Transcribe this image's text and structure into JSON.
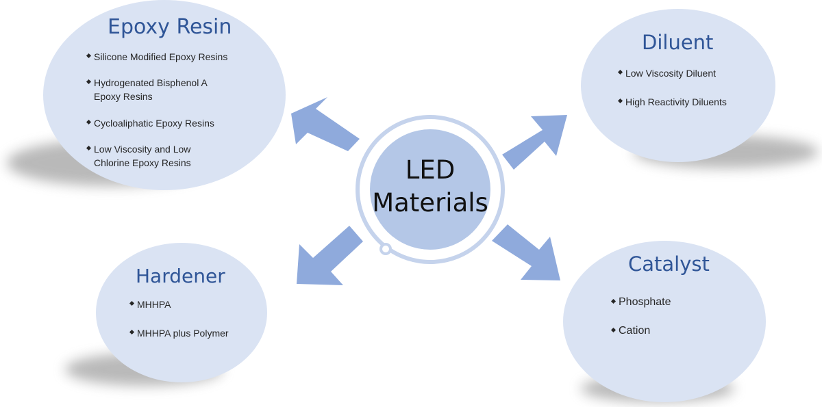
{
  "center": {
    "line1": "LED",
    "line2": "Materials"
  },
  "nodes": {
    "epoxy": {
      "title": "Epoxy Resin",
      "items": [
        "Silicone Modified Epoxy Resins",
        "Hydrogenated Bisphenol A Epoxy Resins",
        "Cycloaliphatic Epoxy Resins",
        "Low Viscosity and Low Chlorine Epoxy Resins"
      ]
    },
    "diluent": {
      "title": "Diluent",
      "items": [
        "Low Viscosity Diluent",
        "High Reactivity Diluents"
      ]
    },
    "hardener": {
      "title": "Hardener",
      "items": [
        "MHHPA",
        "MHHPA plus Polymer"
      ]
    },
    "catalyst": {
      "title": "Catalyst",
      "items": [
        "Phosphate",
        "Cation"
      ]
    }
  },
  "colors": {
    "bubble": "#dae3f3",
    "center_fill": "#b4c7e7",
    "ring": "#c5d3ec",
    "arrow": "#8faadc",
    "title": "#2f5597",
    "text": "#262626",
    "shadow": "#808080"
  }
}
